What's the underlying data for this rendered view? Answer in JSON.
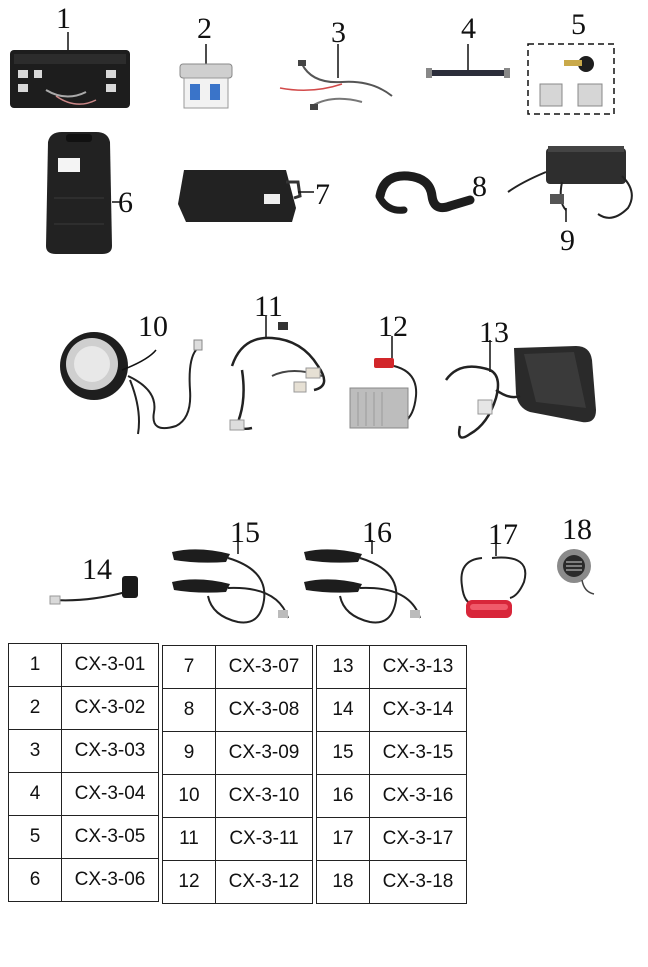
{
  "parts": [
    {
      "num": "1",
      "code": "CX-3-01",
      "icon": "controller-icon"
    },
    {
      "num": "2",
      "code": "CX-3-02",
      "icon": "circuit-breaker-icon"
    },
    {
      "num": "3",
      "code": "CX-3-03",
      "icon": "wire-cable-icon"
    },
    {
      "num": "4",
      "code": "CX-3-04",
      "icon": "strap-cable-icon"
    },
    {
      "num": "5",
      "code": "CX-3-05",
      "icon": "key-lock-set-icon"
    },
    {
      "num": "6",
      "code": "CX-3-06",
      "icon": "battery-pack-icon"
    },
    {
      "num": "7",
      "code": "CX-3-07",
      "icon": "battery-box-icon"
    },
    {
      "num": "8",
      "code": "CX-3-08",
      "icon": "spiral-wrap-icon"
    },
    {
      "num": "9",
      "code": "CX-3-09",
      "icon": "charger-icon"
    },
    {
      "num": "10",
      "code": "CX-3-10",
      "icon": "headlight-icon"
    },
    {
      "num": "11",
      "code": "CX-3-11",
      "icon": "wiring-harness-icon"
    },
    {
      "num": "12",
      "code": "CX-3-12",
      "icon": "relay-module-icon"
    },
    {
      "num": "13",
      "code": "CX-3-13",
      "icon": "rear-reflector-icon"
    },
    {
      "num": "14",
      "code": "CX-3-14",
      "icon": "switch-plug-icon"
    },
    {
      "num": "15",
      "code": "CX-3-15",
      "icon": "turn-signal-pair-icon"
    },
    {
      "num": "16",
      "code": "CX-3-16",
      "icon": "turn-signal-pair-icon"
    },
    {
      "num": "17",
      "code": "CX-3-17",
      "icon": "tail-light-icon"
    },
    {
      "num": "18",
      "code": "CX-3-18",
      "icon": "horn-icon"
    }
  ]
}
